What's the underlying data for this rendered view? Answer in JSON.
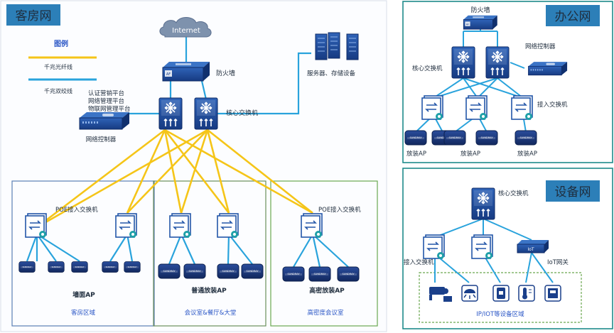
{
  "guest": {
    "title": "客房网",
    "legend": {
      "title": "图例",
      "fiber": "千兆光纤线",
      "twisted": "千兆双绞线"
    },
    "internet": "Internet",
    "firewall": "防火墙",
    "core_switch": "核心交换机",
    "servers": "服务器、存储设备",
    "platforms": [
      "认证营销平台",
      "网络管理平台",
      "物联网管理平台"
    ],
    "net_controller": "网络控制器",
    "poe_switch_1": "POE接入交换机",
    "poe_switch_2": "POE接入交换机",
    "wall_ap": "墙面AP",
    "normal_ap": "普通放装AP",
    "dense_ap": "高密放装AP",
    "zone_guest": "客房区域",
    "zone_meeting": "会议室&餐厅&大堂",
    "zone_dense": "高密度会议室",
    "ap_brand": "SUNDRAY"
  },
  "office": {
    "title": "办公网",
    "firewall": "防火墙",
    "core_switch": "核心交换机",
    "net_controller": "网络控制器",
    "access_switch": "接入交换机",
    "ap_left": "放装AP",
    "ap_mid": "放装AP",
    "ap_right": "放装AP"
  },
  "device": {
    "title": "设备网",
    "core_switch": "核心交换机",
    "access_switch": "接入交换机",
    "iot_gateway": "IoT网关",
    "iot_box": "IoT",
    "zone": "IP/IOT等设备区域"
  },
  "colors": {
    "fiber": "#f5c518",
    "twisted": "#29a3dc",
    "panel_border": "#1e8a8a",
    "title_bg": "#2c7fb8",
    "zone_blue": "#5b7fb5",
    "zone_green": "#6aa84f",
    "device_blue": "#1a3f8a"
  }
}
